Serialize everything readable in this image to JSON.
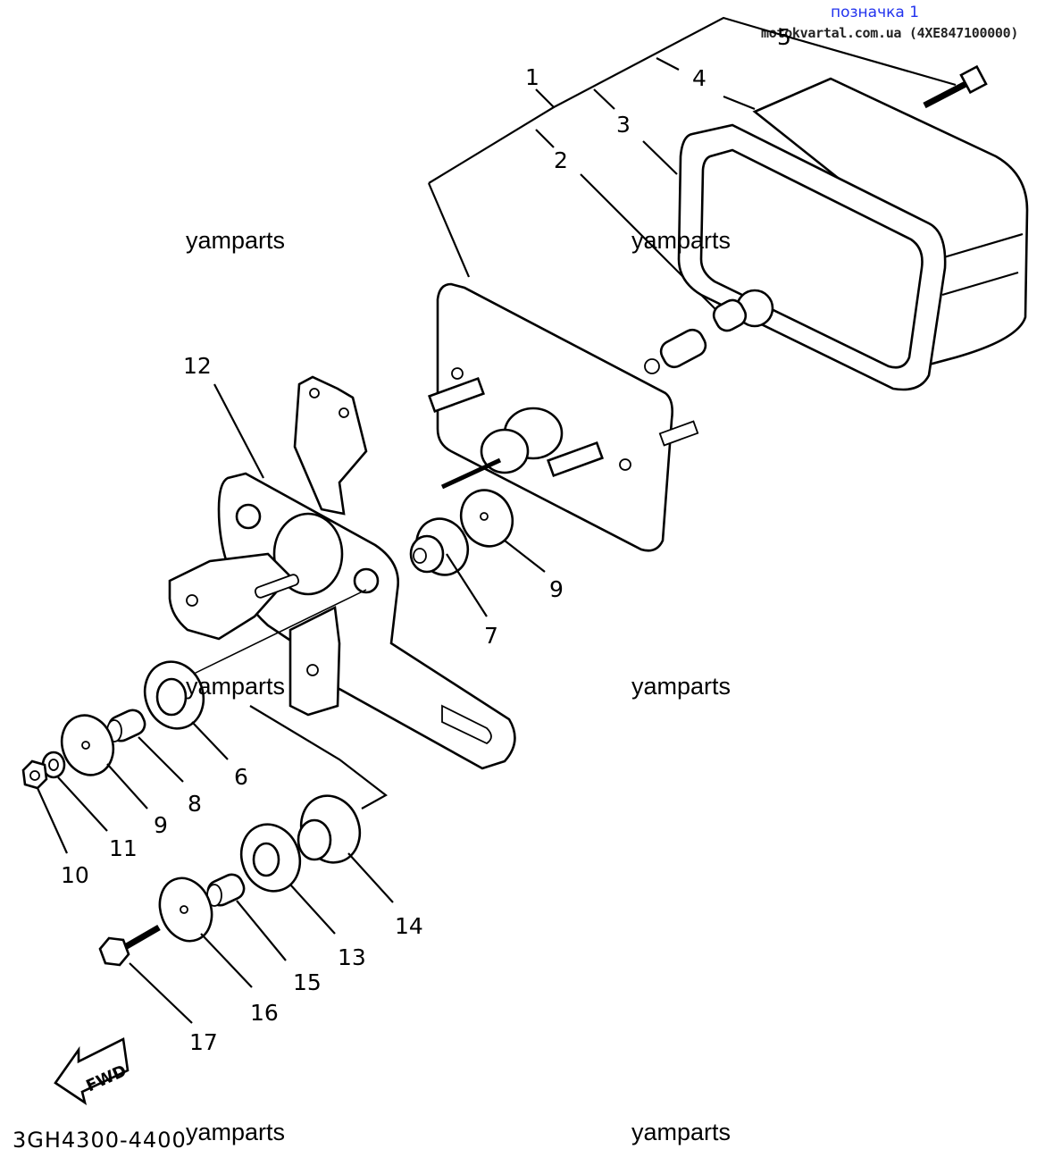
{
  "header": {
    "label": "позначка 1",
    "source": "motokvartal.com.ua (4XE847100000)"
  },
  "watermarks": [
    "yamparts",
    "yamparts",
    "yamparts",
    "yamparts",
    "yamparts",
    "yamparts"
  ],
  "part_numbers": {
    "p1": "1",
    "p2": "2",
    "p3": "3",
    "p4": "4",
    "p5": "5",
    "p6": "6",
    "p7": "7",
    "p8": "8",
    "p9a": "9",
    "p9b": "9",
    "p10": "10",
    "p11": "11",
    "p12": "12",
    "p13": "13",
    "p14": "14",
    "p15": "15",
    "p16": "16",
    "p17": "17"
  },
  "direction_label": "FWD",
  "diagram_code": "3GH4300-4400",
  "colors": {
    "header_label": "#2233ee",
    "ink": "#000000"
  }
}
